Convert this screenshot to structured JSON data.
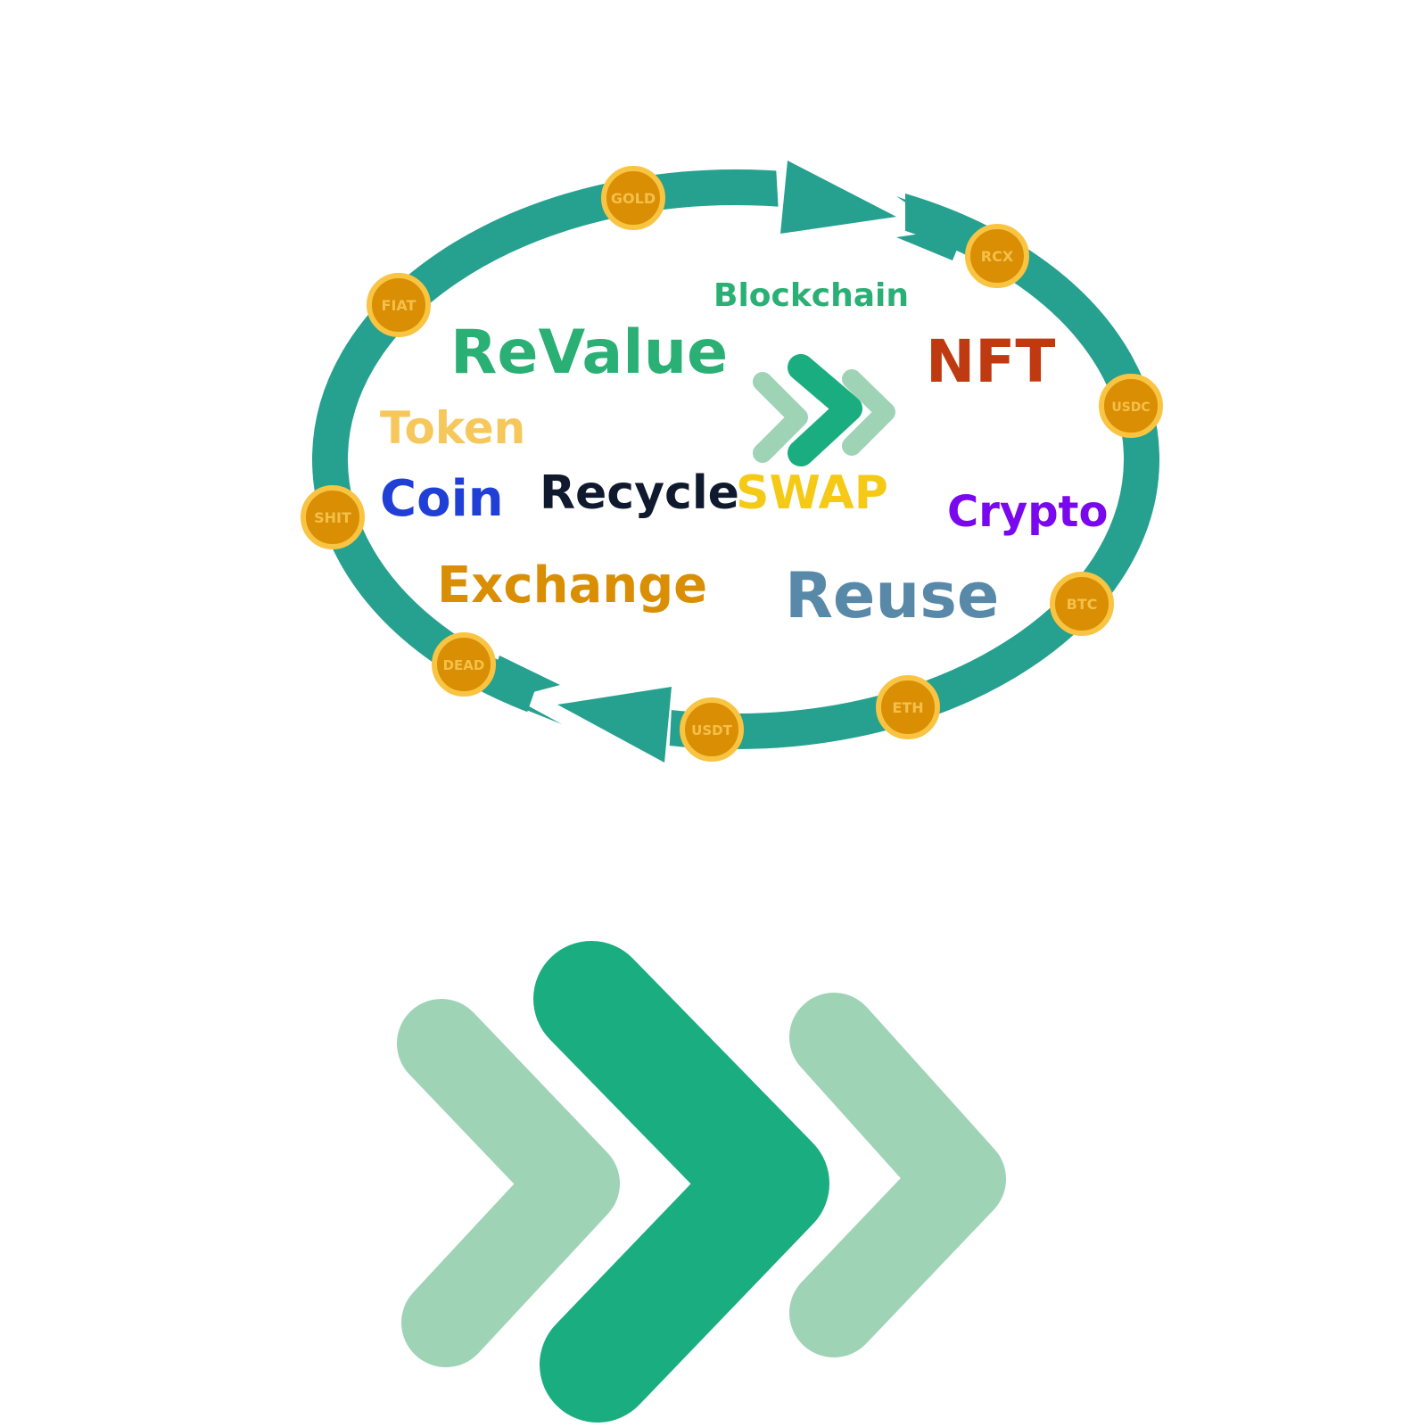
{
  "words": {
    "blockchain": "Blockchain",
    "revalue": "ReValue",
    "nft": "NFT",
    "token": "Token",
    "coin": "Coin",
    "recycle": "Recycle",
    "swap": "SWAP",
    "crypto": "Crypto",
    "exchange": "Exchange",
    "reuse": "Reuse"
  },
  "coins": {
    "gold": "GOLD",
    "rcx": "RCX",
    "fiat": "FIAT",
    "usdc": "USDC",
    "shit": "SHIT",
    "btc": "BTC",
    "dead": "DEAD",
    "eth": "ETH",
    "usdt": "USDT"
  },
  "colors": {
    "cycle_ring": "#26a08f",
    "coin_fill": "#d98e04",
    "coin_border": "#f8c441",
    "chevron_dark": "#1aad80",
    "chevron_light": "#9fd3b6",
    "blockchain": "#2aaf74",
    "revalue": "#2aaf74",
    "nft": "#bf3a10",
    "token": "#f6c75b",
    "coin": "#1f3fd6",
    "recycle": "#101a2e",
    "swap": "#f5ca17",
    "crypto": "#7a08ee",
    "exchange": "#d98e04",
    "reuse": "#5889a8"
  },
  "icons": [
    "cycle-arrow-icon",
    "triple-chevron-right-icon",
    "coin-icon"
  ]
}
